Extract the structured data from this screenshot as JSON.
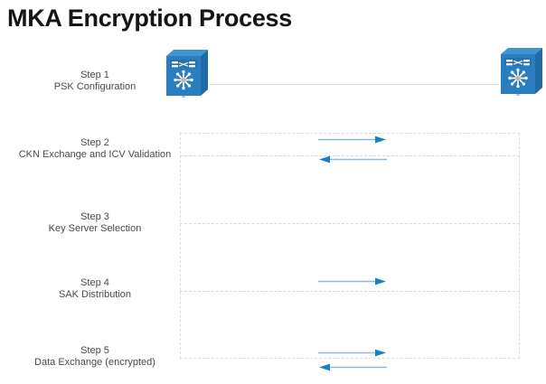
{
  "title": "MKA Encryption Process",
  "colors": {
    "title": "#151515",
    "label": "#4a4a4a",
    "dashed_box": "#cfe0ef",
    "arrow_line": "#8fb8d4",
    "arrow_head": "#1a7fc1",
    "switch_body": "#2a7ec0",
    "switch_top": "#4fa2d8",
    "link_line": "#cfdde6",
    "background": "#ffffff"
  },
  "devices": [
    {
      "name": "switch-left",
      "icon": "network-switch-icon",
      "label": ""
    },
    {
      "name": "switch-right",
      "icon": "network-switch-icon",
      "label": ""
    }
  ],
  "steps": [
    {
      "number": "Step 1",
      "name": "PSK Configuration",
      "arrows": []
    },
    {
      "number": "Step 2",
      "name": "CKN Exchange and ICV Validation",
      "arrows": [
        "right",
        "left"
      ]
    },
    {
      "number": "Step 3",
      "name": "Key Server Selection",
      "arrows": []
    },
    {
      "number": "Step 4",
      "name": "SAK Distribution",
      "arrows": [
        "right"
      ]
    },
    {
      "number": "Step 5",
      "name": "Data Exchange (encrypted)",
      "arrows": [
        "right",
        "left"
      ]
    }
  ]
}
